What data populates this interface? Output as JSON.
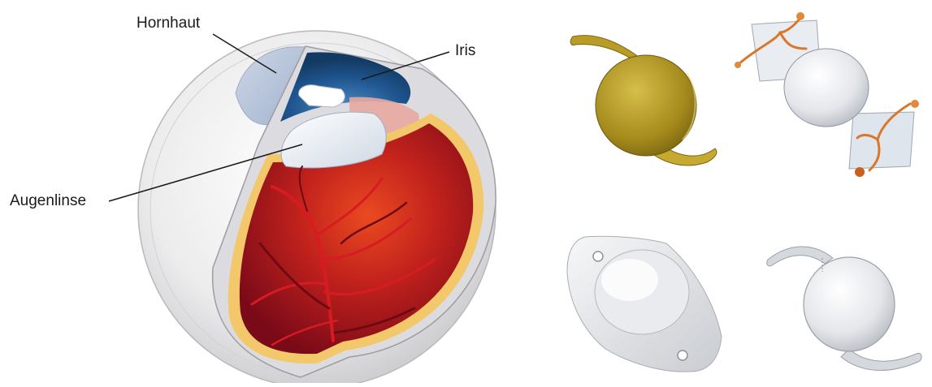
{
  "labels": {
    "cornea": "Hornhaut",
    "iris": "Iris",
    "lens": "Augenlinse"
  },
  "colors": {
    "retina_dark": "#8e0d1c",
    "retina_light": "#e23a1e",
    "vessel": "#d81b22",
    "iris_blue": "#1e4f86",
    "sclera": "#e9e9ea",
    "gold_lens": "#b79a22",
    "haptic_orange": "#d9772a"
  },
  "implants": [
    {
      "name": "gold-iol",
      "kind": "c-loop-haptics"
    },
    {
      "name": "plate-haptic-iol-orange",
      "kind": "four-point-haptics"
    },
    {
      "name": "plate-iol-silicone",
      "kind": "plate-with-holes"
    },
    {
      "name": "clear-iol",
      "kind": "c-loop-haptics"
    }
  ]
}
